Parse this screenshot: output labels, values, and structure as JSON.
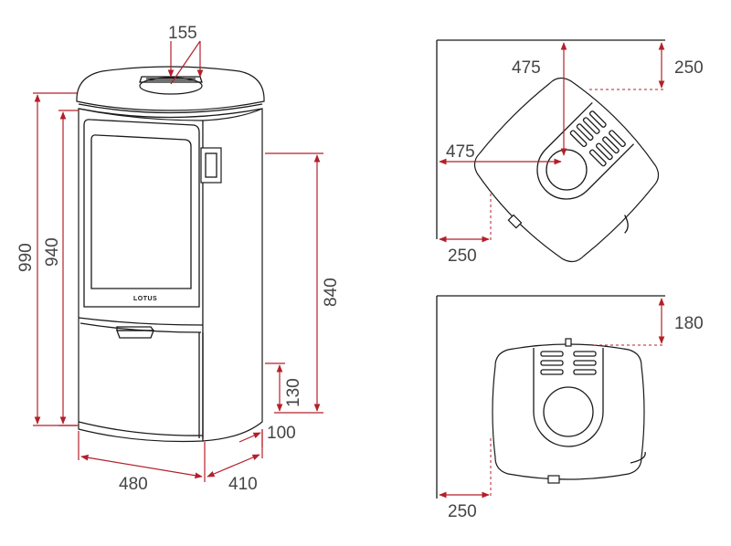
{
  "brand": "LOTUS",
  "accent_color": "#b3202a",
  "front_view": {
    "opening_width": "155",
    "total_height": "990",
    "body_height": "940",
    "outlet_height": "840",
    "air_inlet_height": "130",
    "inlet_offset": "100",
    "width": "480",
    "depth": "410"
  },
  "corner_view": {
    "outlet_x": "475",
    "outlet_y": "475",
    "clearance_back": "250",
    "clearance_side": "250"
  },
  "wall_view": {
    "clearance_back": "180",
    "clearance_side": "250"
  }
}
